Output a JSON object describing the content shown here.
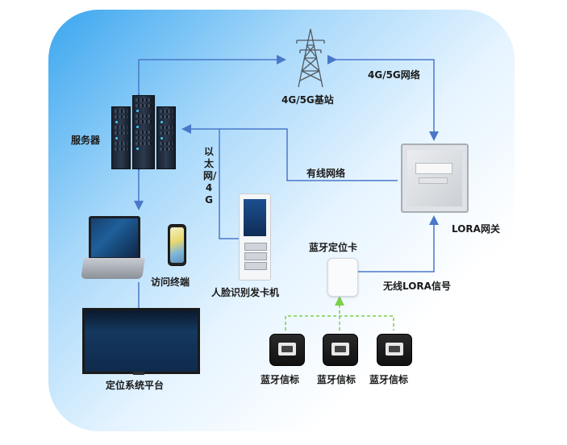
{
  "nodes": {
    "tower": "4G/5G基站",
    "server": "服务器",
    "gateway": "LORA网关",
    "kiosk": "人脸识别发卡机",
    "visitor_terminal": "访问终端",
    "platform": "定位系统平台",
    "bt_card": "蓝牙定位卡",
    "beacon_1": "蓝牙信标",
    "beacon_2": "蓝牙信标",
    "beacon_3": "蓝牙信标"
  },
  "edges": {
    "tower_gateway": "4G/5G网络",
    "server_gateway_wired": "有线网络",
    "kiosk_server": "以太网/4G",
    "card_gateway": "无线LORA信号"
  },
  "colors": {
    "arrow": "#4a78c9",
    "beacon_link": "#7ccf4a"
  }
}
